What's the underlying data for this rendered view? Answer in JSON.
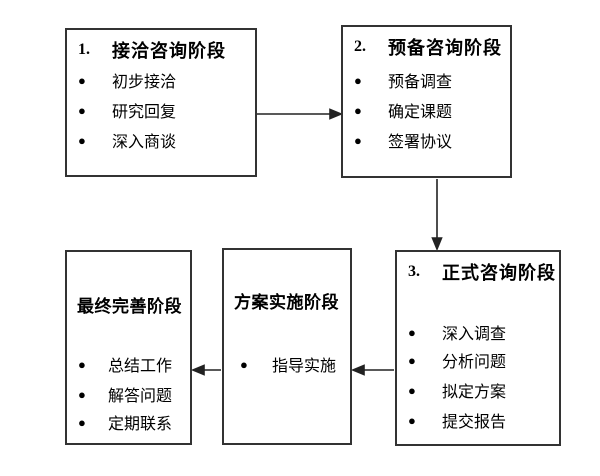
{
  "diagram": {
    "bullet": "●",
    "boxes": [
      {
        "number": "1.",
        "title": "接洽咨询阶段",
        "items": [
          "初步接洽",
          "研究回复",
          "深入商谈"
        ]
      },
      {
        "number": "2.",
        "title": "预备咨询阶段",
        "items": [
          "预备调查",
          "确定课题",
          "签署协议"
        ]
      },
      {
        "number": "3.",
        "title": "正式咨询阶段",
        "items": [
          "深入调查",
          "分析问题",
          "拟定方案",
          "提交报告"
        ]
      },
      {
        "title": "方案实施阶段",
        "items": [
          "指导实施"
        ]
      },
      {
        "title": "最终完善阶段",
        "items": [
          "总结工作",
          "解答问题",
          "定期联系"
        ]
      }
    ],
    "flow": [
      {
        "from": "接洽咨询阶段",
        "to": "预备咨询阶段",
        "direction": "right"
      },
      {
        "from": "预备咨询阶段",
        "to": "正式咨询阶段",
        "direction": "down"
      },
      {
        "from": "正式咨询阶段",
        "to": "方案实施阶段",
        "direction": "left"
      },
      {
        "from": "方案实施阶段",
        "to": "最终完善阶段",
        "direction": "left"
      }
    ],
    "colors": {
      "background": "#ffffff",
      "border": "#333333",
      "arrow": "#222222",
      "text": "#000000"
    }
  }
}
